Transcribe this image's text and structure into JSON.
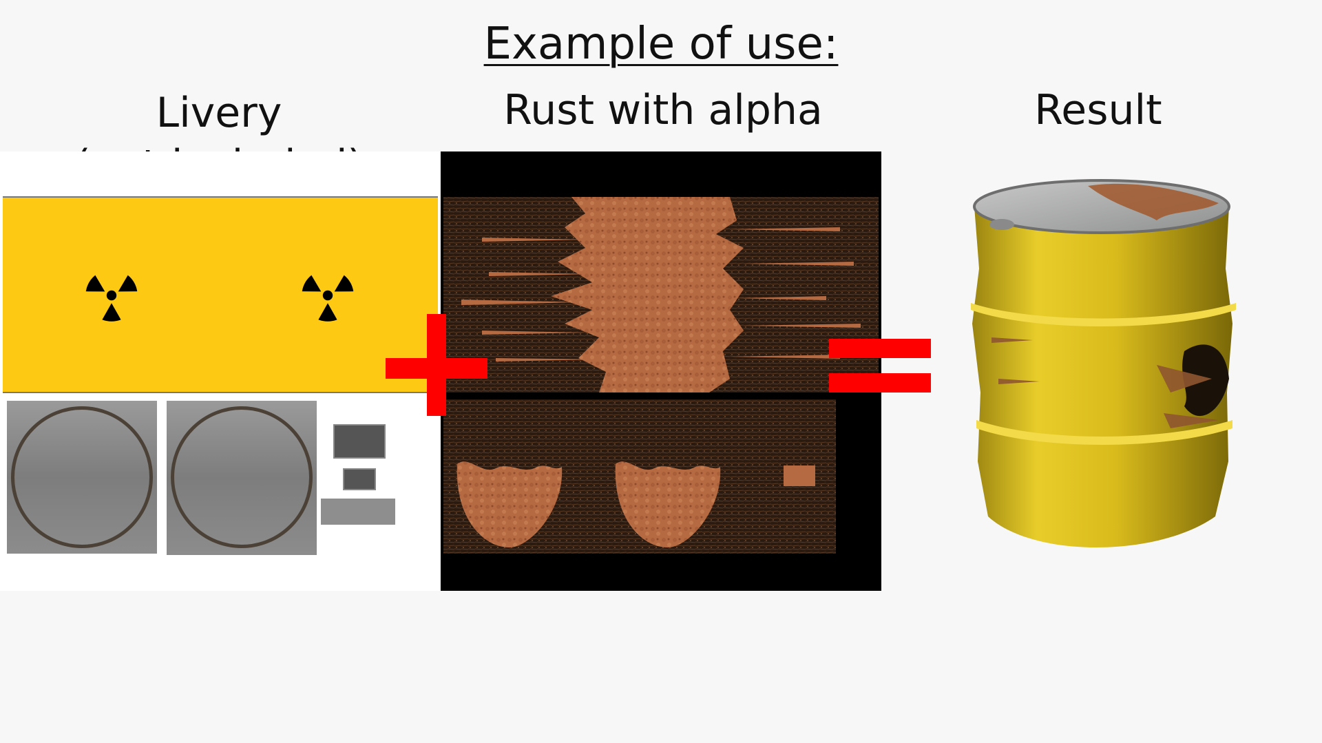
{
  "heading": "Example of use:",
  "labels": {
    "livery_line1": "Livery",
    "livery_line2": "(not included)",
    "rust": "Rust with alpha",
    "result": "Result"
  },
  "operators": [
    "plus",
    "equals"
  ],
  "colors": {
    "livery_yellow": "#fdc913",
    "operator_red": "#ff0000",
    "rust_orange": "#b66a42",
    "rust_background": "#000000",
    "metal_grey": "#8c8c8c",
    "barrel_yellow": "#e3c51b"
  },
  "icons": [
    "radiation-trefoil-icon",
    "radiation-trefoil-icon"
  ]
}
